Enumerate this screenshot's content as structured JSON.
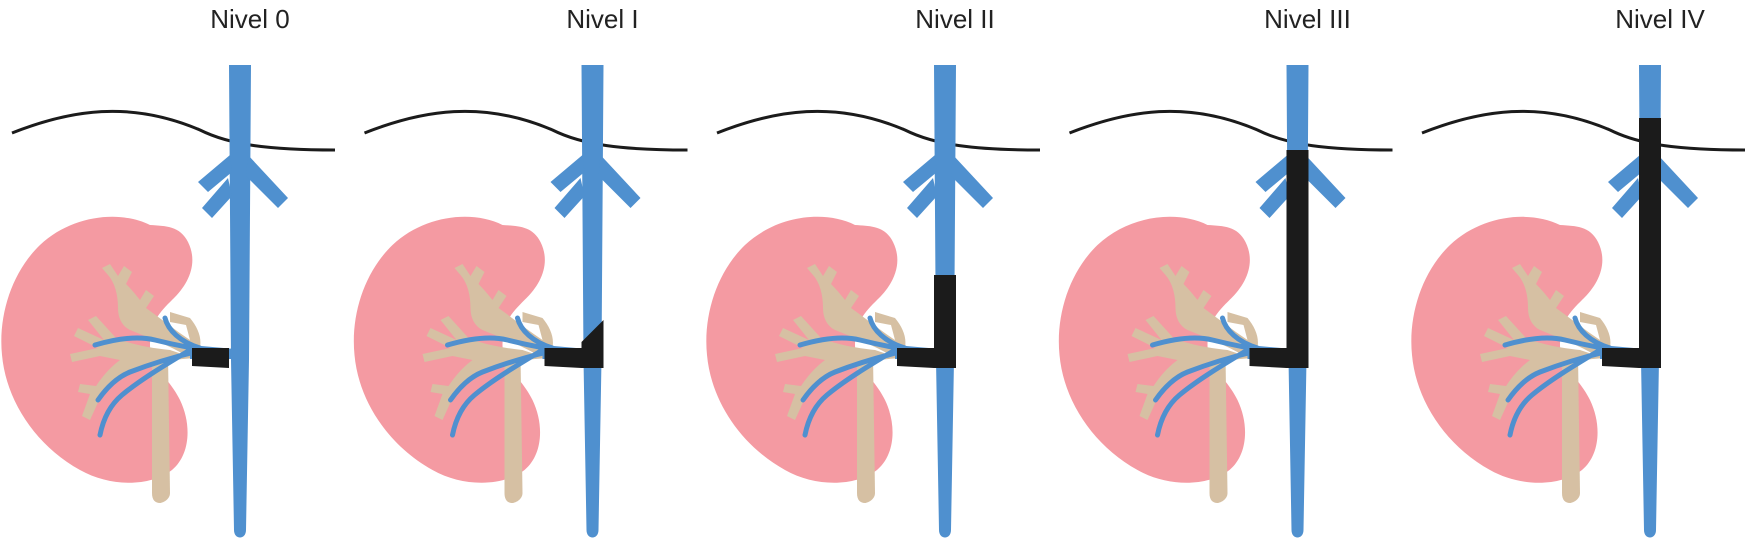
{
  "colors": {
    "kidney": "#f49aa2",
    "collecting_system": "#d6c0a3",
    "vein": "#4f90cf",
    "thrombus": "#1b1b1b",
    "diaphragm_line": "#1b1b1b",
    "background": "#ffffff"
  },
  "levels": [
    {
      "label": "Nivel 0"
    },
    {
      "label": "Nivel I"
    },
    {
      "label": "Nivel II"
    },
    {
      "label": "Nivel III"
    },
    {
      "label": "Nivel IV"
    }
  ]
}
